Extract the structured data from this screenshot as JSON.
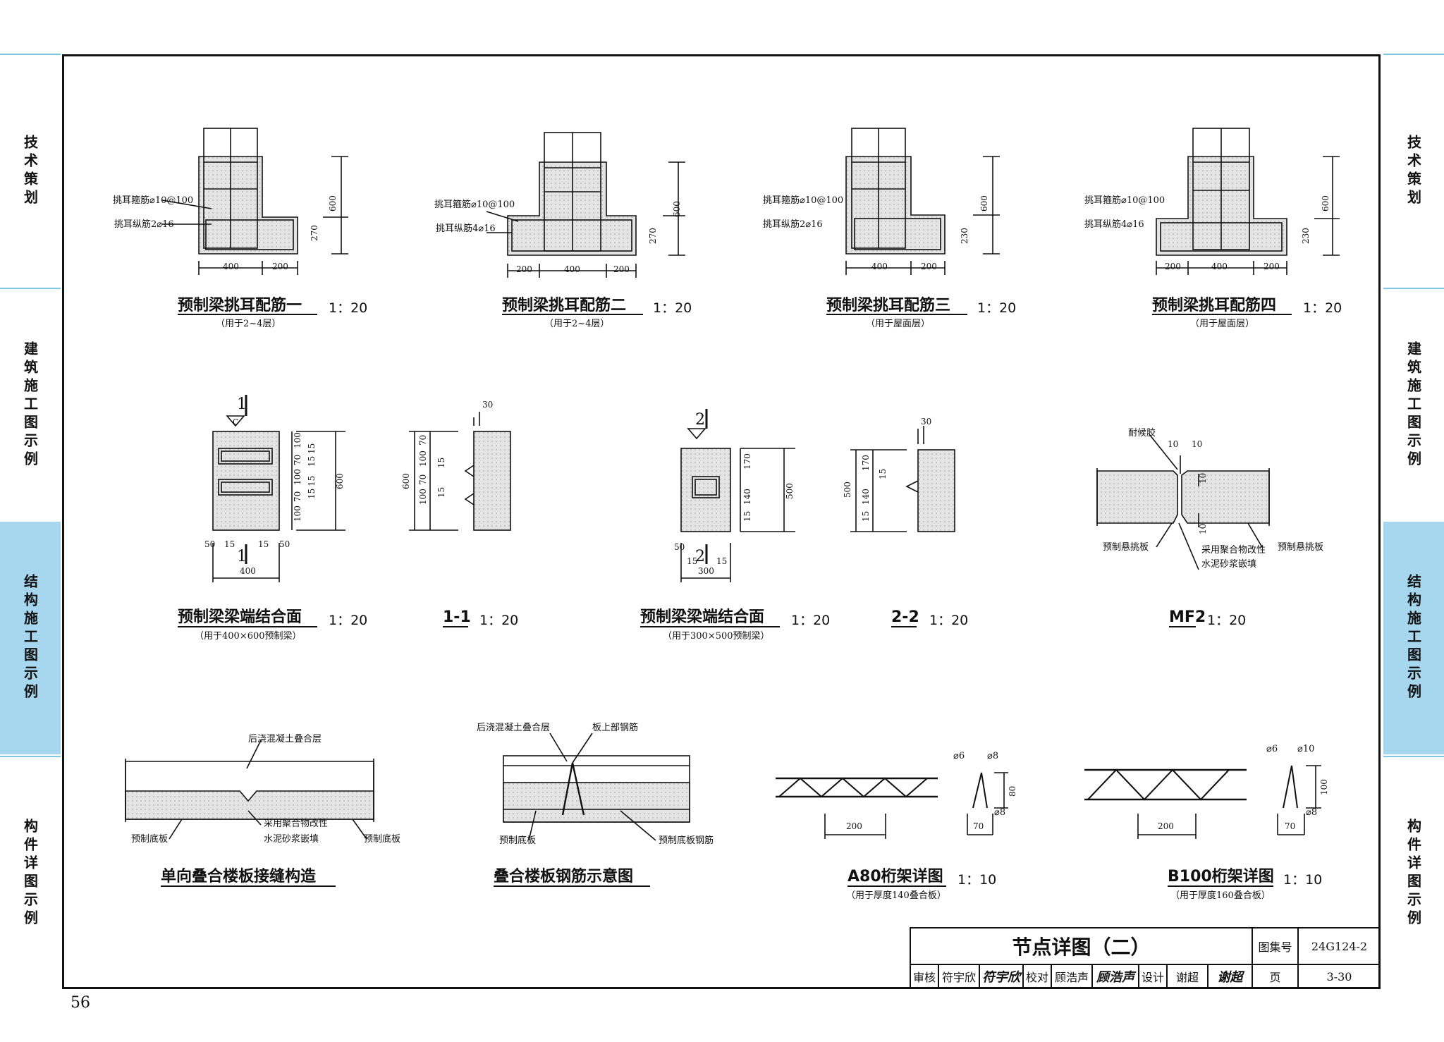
{
  "side_tabs": [
    "技术策划",
    "建筑施工图示例",
    "结构施工图示例",
    "构件详图示例"
  ],
  "active_tab": "结构施工图示例",
  "page_number": "56",
  "drawings": {
    "d1": {
      "title": "预制梁挑耳配筋一",
      "scale": "1：20",
      "note": "（用于2~4层）",
      "lbl_a": "挑耳箍筋⌀10@100",
      "lbl_b": "挑耳纵筋2⌀16",
      "dims": [
        "600",
        "270",
        "400",
        "200"
      ]
    },
    "d2": {
      "title": "预制梁挑耳配筋二",
      "scale": "1：20",
      "note": "（用于2~4层）",
      "lbl_a": "挑耳箍筋⌀10@100",
      "lbl_b": "挑耳纵筋4⌀16",
      "dims": [
        "600",
        "270",
        "200",
        "400",
        "200"
      ]
    },
    "d3": {
      "title": "预制梁挑耳配筋三",
      "scale": "1：20",
      "note": "（用于屋面层）",
      "lbl_a": "挑耳箍筋⌀10@100",
      "lbl_b": "挑耳纵筋2⌀16",
      "dims": [
        "600",
        "230",
        "400",
        "200"
      ]
    },
    "d4": {
      "title": "预制梁挑耳配筋四",
      "scale": "1：20",
      "note": "（用于屋面层）",
      "lbl_a": "挑耳箍筋⌀10@100",
      "lbl_b": "挑耳纵筋4⌀16",
      "dims": [
        "600",
        "230",
        "200",
        "400",
        "200"
      ]
    },
    "d5": {
      "title": "预制梁梁端结合面",
      "scale": "1：20",
      "note": "（用于400×600预制梁）",
      "sec": "1",
      "mark": "C",
      "dims": [
        "600",
        "400",
        "50",
        "15",
        "15",
        "50",
        "100",
        "70",
        "100",
        "70",
        "100",
        "15",
        "15",
        "15",
        "15"
      ]
    },
    "d6": {
      "title": "1-1",
      "scale": "1：20",
      "dims": [
        "600",
        "30",
        "70",
        "100",
        "70",
        "100",
        "15",
        "15"
      ]
    },
    "d7": {
      "title": "预制梁梁端结合面",
      "scale": "1：20",
      "note": "（用于300×500预制梁）",
      "sec": "2",
      "dims": [
        "500",
        "300",
        "170",
        "140",
        "15",
        "50",
        "15",
        "15"
      ]
    },
    "d8": {
      "title": "2-2",
      "scale": "1：20",
      "dims": [
        "500",
        "30",
        "170",
        "140",
        "15",
        "15"
      ]
    },
    "d9": {
      "title": "MF2",
      "scale": "1：20",
      "lbl_glue": "耐候胶",
      "lbl_fill": "采用聚合物改性",
      "lbl_fill2": "水泥砂浆嵌填",
      "lbl_l": "预制悬挑板",
      "lbl_r": "预制悬挑板",
      "dims": [
        "10",
        "10",
        "10",
        "10"
      ]
    },
    "d10": {
      "title": "单向叠合楼板接缝构造",
      "lbl_top": "后浇混凝土叠合层",
      "lbl_fill": "采用聚合物改性",
      "lbl_fill2": "水泥砂浆嵌填",
      "lbl_l": "预制底板",
      "lbl_r": "预制底板"
    },
    "d11": {
      "title": "叠合楼板钢筋示意图",
      "lbl_top": "后浇混凝土叠合层",
      "lbl_topbar": "板上部钢筋",
      "lbl_l": "预制底板",
      "lbl_r": "预制底板钢筋"
    },
    "d12": {
      "title": "A80桁架详图",
      "scale": "1：10",
      "note": "（用于厚度140叠合板）",
      "dims": [
        "200",
        "70",
        "80"
      ],
      "lbl_a": "⌀6",
      "lbl_b": "⌀8",
      "lbl_c": "⌀8"
    },
    "d13": {
      "title": "B100桁架详图",
      "scale": "1：10",
      "note": "（用于厚度160叠合板）",
      "dims": [
        "200",
        "70",
        "100"
      ],
      "lbl_a": "⌀6",
      "lbl_b": "⌀10",
      "lbl_c": "⌀8"
    }
  },
  "title_block": {
    "title": "节点详图（二）",
    "atlas_label": "图集号",
    "atlas_no": "24G124-2",
    "review_label": "审核",
    "reviewer": "符宇欣",
    "reviewer_sig": "符宇欣",
    "check_label": "校对",
    "checker": "顾浩声",
    "checker_sig": "顾浩声",
    "design_label": "设计",
    "designer": "谢超",
    "designer_sig": "谢超",
    "page_label": "页",
    "page": "3-30"
  }
}
